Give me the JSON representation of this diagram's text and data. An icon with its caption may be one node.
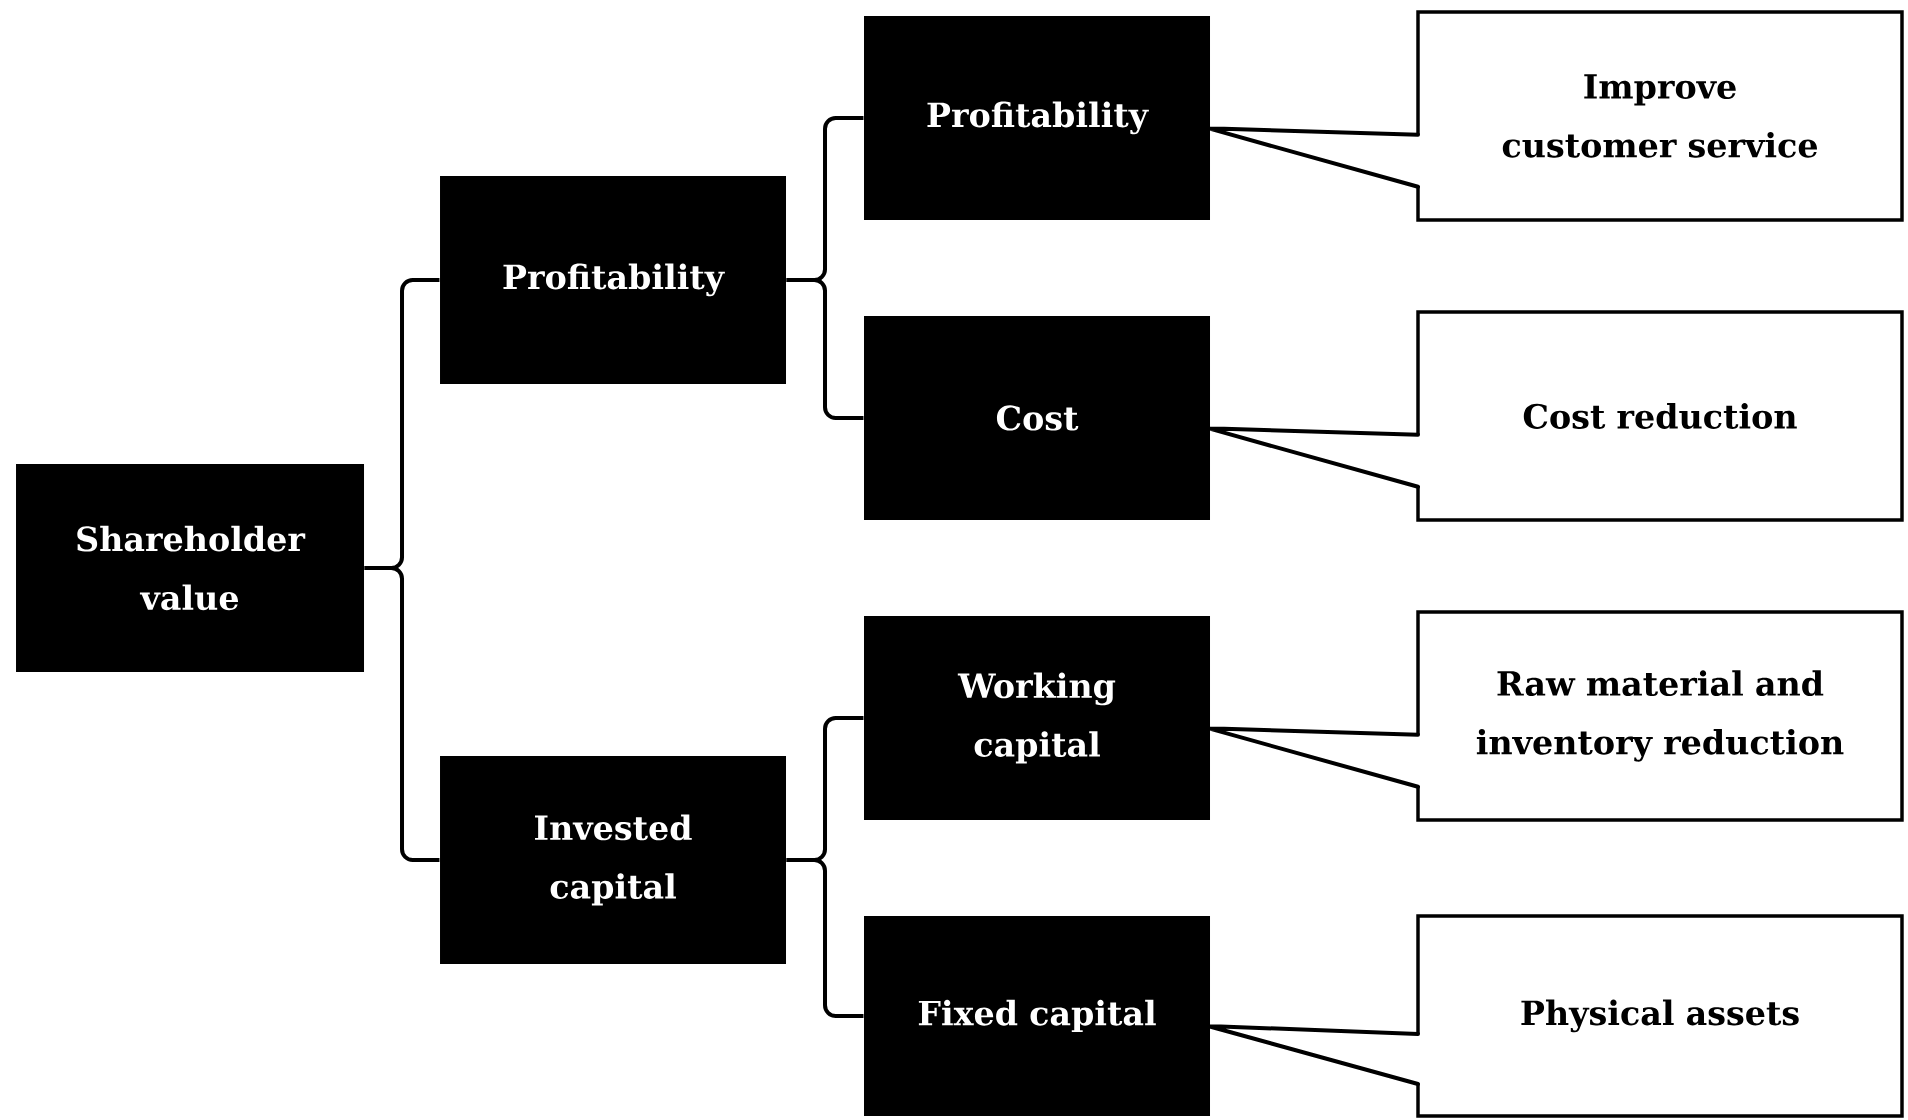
{
  "diagram": {
    "nodes": [
      {
        "text": [
          "Shareholder value"
        ]
      },
      {
        "text": [
          "Profitability"
        ]
      },
      {
        "text": [
          "Invested capital"
        ]
      },
      {
        "text": [
          "Profitability"
        ]
      },
      {
        "text": [
          "Cost"
        ]
      },
      {
        "text": [
          "Working capital"
        ]
      },
      {
        "text": [
          "Fixed capital"
        ]
      },
      {
        "text": [
          "Improve customer service"
        ]
      },
      {
        "text": [
          "Cost reduction"
        ]
      },
      {
        "text": [
          "Raw material and inventory reduction"
        ]
      },
      {
        "text": [
          "Physical assets"
        ]
      }
    ],
    "edges": [
      {
        "from": 0,
        "to": 1,
        "arrow": "none"
      },
      {
        "from": 0,
        "to": 2,
        "arrow": "none"
      },
      {
        "from": 1,
        "to": 3,
        "arrow": "none"
      },
      {
        "from": 1,
        "to": 4,
        "arrow": "none"
      },
      {
        "from": 2,
        "to": 5,
        "arrow": "none"
      },
      {
        "from": 2,
        "to": 6,
        "arrow": "none"
      },
      {
        "from": 3,
        "to": 7,
        "arrow": "none"
      },
      {
        "from": 4,
        "to": 8,
        "arrow": "none"
      },
      {
        "from": 5,
        "to": 9,
        "arrow": "none"
      },
      {
        "from": 6,
        "to": 10,
        "arrow": "none"
      }
    ]
  }
}
